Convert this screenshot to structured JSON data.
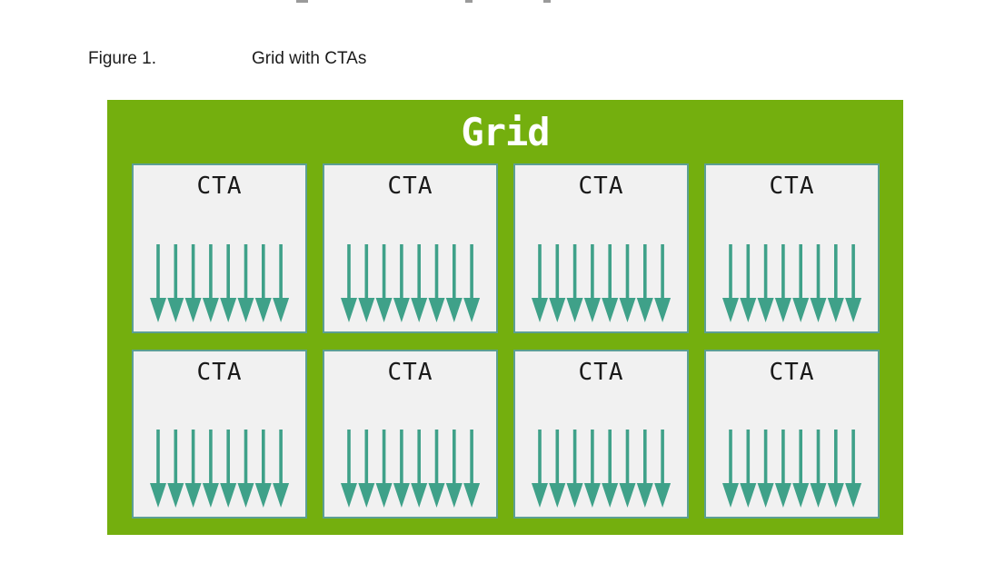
{
  "caption": {
    "figure_label": "Figure 1.",
    "figure_title": "Grid with CTAs"
  },
  "diagram": {
    "title": "Grid",
    "cta_label": "CTA",
    "rows": 2,
    "columns": 4,
    "arrows_per_cta": 8
  },
  "colors": {
    "container_green": "#74AF0E",
    "box_fill": "#F1F1F1",
    "box_border": "#5C9F94",
    "arrow_teal": "#3FA189",
    "grid_title_text": "#FFFFFF",
    "cta_text": "#1A1A1A",
    "caption_text": "#1B1B1B"
  }
}
